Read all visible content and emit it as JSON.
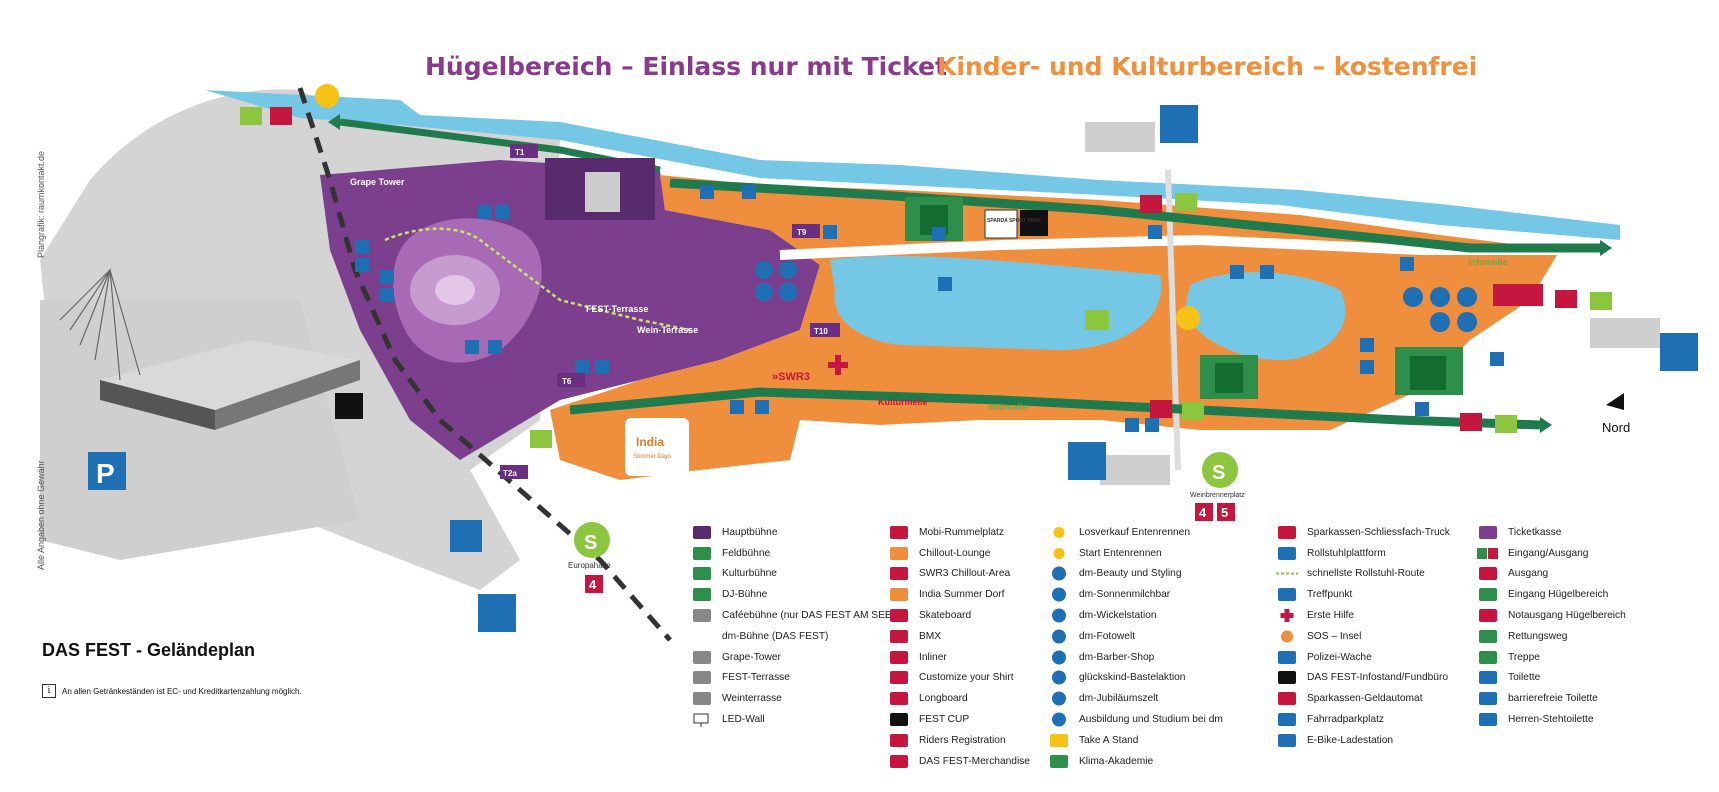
{
  "header": {
    "hill_area": "Hügelbereich – Einlass nur mit Ticket",
    "culture_area": "Kinder- und Kulturbereich – kostenfrei"
  },
  "side_text": {
    "credit": "Plangrafik: raumkontakt.de",
    "disclaimer": "Alle Angaben ohne Gewähr"
  },
  "plan_title": "DAS FEST - Geländeplan",
  "payment_note": {
    "icon": "info-icon",
    "text": "An allen Getränkeständen ist EC- und Kreditkartenzahlung möglich."
  },
  "map_labels": {
    "grape_tower": "Grape Tower",
    "fest_terrasse": "FEST-Terrasse",
    "wein_terrasse": "Wein-Terrasse",
    "kulturmeile": "Kulturmeile",
    "infomeile_1": "Infomeile",
    "infomeile_2": "Infomeile",
    "nord": "Nord",
    "europahalle": "Europahalle",
    "weinbrennerplatz": "Weinbrennerplatz",
    "tram_europahalle": "4",
    "tram_weinbrenner_1": "4",
    "tram_weinbrenner_2": "5",
    "sparda": "SPARDA SPORT PARK",
    "swr3": "»SWR3",
    "india_1": "India",
    "india_2": "Summer Days",
    "parking": "P",
    "s_bahn": "S",
    "gates": [
      "T1",
      "T9",
      "T10",
      "T6",
      "T2a"
    ]
  },
  "colors": {
    "hill_purple": "#7b3f8e",
    "culture_orange": "#ef8f3d",
    "water_blue": "#74c8e6",
    "path_green": "#1f7a4c",
    "road_gray": "#d4d4d4",
    "exit_red": "#c5163f",
    "legend_blue": "#1f6fb5"
  },
  "legend": {
    "col1": [
      {
        "icon": "main-stage-icon",
        "label": "Hauptbühne"
      },
      {
        "icon": "field-stage-icon",
        "label": "Feldbühne"
      },
      {
        "icon": "culture-stage-icon",
        "label": "Kulturbühne"
      },
      {
        "icon": "dj-stage-icon",
        "label": "DJ-Bühne"
      },
      {
        "icon": "cafe-stage-icon",
        "label": "Caféebühne (nur DAS FEST AM SEE)"
      },
      {
        "icon": "",
        "label": "dm-Bühne (DAS FEST)"
      },
      {
        "icon": "grape-tower-icon",
        "label": "Grape-Tower"
      },
      {
        "icon": "fest-terrasse-icon",
        "label": "FEST-Terrasse"
      },
      {
        "icon": "weinterrasse-icon",
        "label": "Weinterrasse"
      },
      {
        "icon": "led-wall-icon",
        "label": "LED-Wall"
      }
    ],
    "col2": [
      {
        "icon": "mobi-rummelplatz-icon",
        "label": "Mobi-Rummelplatz"
      },
      {
        "icon": "chillout-lounge-icon",
        "label": "Chillout-Lounge"
      },
      {
        "icon": "swr3-icon",
        "label": "SWR3 Chillout-Area"
      },
      {
        "icon": "india-summer-icon",
        "label": "India Summer Dorf"
      },
      {
        "icon": "skateboard-icon",
        "label": "Skateboard"
      },
      {
        "icon": "bmx-icon",
        "label": "BMX"
      },
      {
        "icon": "inliner-icon",
        "label": "Inliner"
      },
      {
        "icon": "shirt-icon",
        "label": "Customize your Shirt"
      },
      {
        "icon": "longboard-icon",
        "label": "Longboard"
      },
      {
        "icon": "fest-cup-icon",
        "label": "FEST CUP"
      },
      {
        "icon": "riders-icon",
        "label": "Riders Registration"
      },
      {
        "icon": "merchandise-icon",
        "label": "DAS FEST-Merchandise"
      }
    ],
    "col3": [
      {
        "icon": "duck-sale-icon",
        "label": "Losverkauf Entenrennen"
      },
      {
        "icon": "duck-start-icon",
        "label": "Start Entenrennen"
      },
      {
        "icon": "dm-beauty-icon",
        "label": "dm-Beauty und Styling"
      },
      {
        "icon": "dm-sunscreen-icon",
        "label": "dm-Sonnenmilchbar"
      },
      {
        "icon": "dm-changing-icon",
        "label": "dm-Wickelstation"
      },
      {
        "icon": "dm-photo-icon",
        "label": "dm-Fotowelt"
      },
      {
        "icon": "dm-barber-icon",
        "label": "dm-Barber-Shop"
      },
      {
        "icon": "glueckskind-icon",
        "label": "glückskind-Bastelaktion"
      },
      {
        "icon": "dm-anniversary-icon",
        "label": "dm-Jubiläumszelt"
      },
      {
        "icon": "dm-education-icon",
        "label": "Ausbildung und Studium bei dm"
      },
      {
        "icon": "take-a-stand-icon",
        "label": "Take A Stand"
      },
      {
        "icon": "klima-icon",
        "label": "Klima-Akademie"
      }
    ],
    "col4": [
      {
        "icon": "locker-truck-icon",
        "label": "Sparkassen-Schliessfach-Truck"
      },
      {
        "icon": "wheelchair-platform-icon",
        "label": "Rollstuhlplattform"
      },
      {
        "icon": "wheelchair-route-icon",
        "label": "schnellste Rollstuhl-Route"
      },
      {
        "icon": "meeting-point-icon",
        "label": "Treffpunkt"
      },
      {
        "icon": "first-aid-icon",
        "label": "Erste Hilfe"
      },
      {
        "icon": "sos-icon",
        "label": "SOS – Insel"
      },
      {
        "icon": "police-icon",
        "label": "Polizei-Wache"
      },
      {
        "icon": "info-desk-icon",
        "label": "DAS FEST-Infostand/Fundbüro"
      },
      {
        "icon": "atm-icon",
        "label": "Sparkassen-Geldautomat"
      },
      {
        "icon": "bike-parking-icon",
        "label": "Fahrradparkplatz"
      },
      {
        "icon": "ebike-icon",
        "label": "E-Bike-Ladestation"
      }
    ],
    "col5": [
      {
        "icon": "ticket-icon",
        "label": "Ticketkasse"
      },
      {
        "icon": "entrance-exit-icon",
        "label": "Eingang/Ausgang"
      },
      {
        "icon": "exit-icon",
        "label": "Ausgang"
      },
      {
        "icon": "hill-entrance-icon",
        "label": "Eingang Hügelbereich"
      },
      {
        "icon": "emergency-exit-icon",
        "label": "Notausgang Hügelbereich"
      },
      {
        "icon": "rescue-route-icon",
        "label": "Rettungsweg"
      },
      {
        "icon": "stairs-icon",
        "label": "Treppe"
      },
      {
        "icon": "toilet-icon",
        "label": "Toilette"
      },
      {
        "icon": "accessible-toilet-icon",
        "label": "barrierefreie Toilette"
      },
      {
        "icon": "urinal-icon",
        "label": "Herren-Stehtoilette"
      }
    ]
  }
}
